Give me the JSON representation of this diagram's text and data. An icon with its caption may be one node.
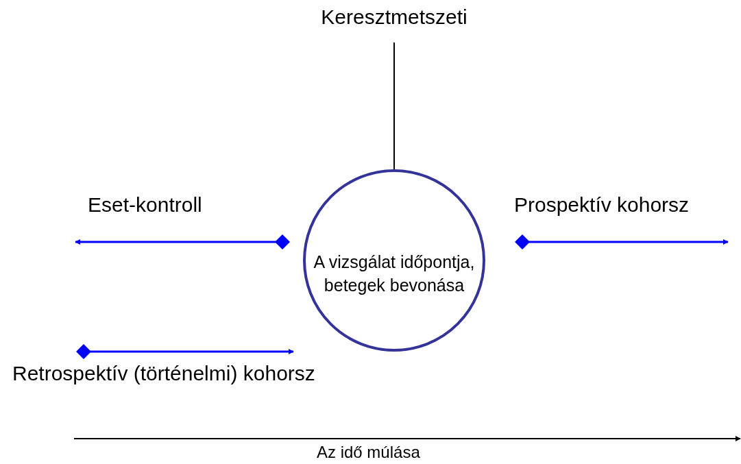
{
  "diagram": {
    "nodes": [
      {
        "text": [
          "A vizsgálat időpontja, betegek bevonása"
        ]
      },
      {
        "text": [
          "Keresztmetszeti"
        ]
      }
    ],
    "edges": [
      {
        "from": 1,
        "to": 0,
        "arrow": "none"
      }
    ],
    "labels": [
      "Eset-kontroll",
      "Prospektív kohorsz",
      "Retrospektív (történelmi) kohorsz",
      "Az idő múlása"
    ]
  }
}
